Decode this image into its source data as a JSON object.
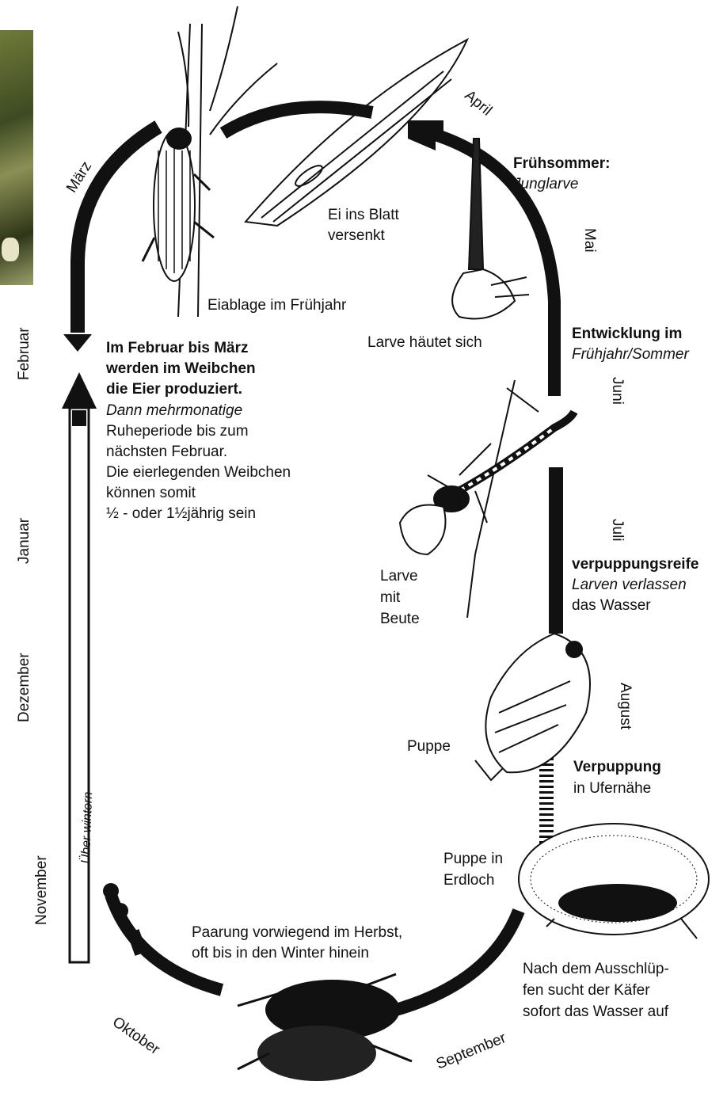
{
  "months": {
    "april": "April",
    "mai": "Mai",
    "juni": "Juni",
    "juli": "Juli",
    "august": "August",
    "september": "September",
    "oktober": "Oktober",
    "november": "November",
    "dezember": "Dezember",
    "januar": "Januar",
    "februar": "Februar",
    "maerz": "März"
  },
  "overwinter_label": "Über wintern",
  "labels": {
    "eiablage": "Eiablage im Frühjahr",
    "ei_blatt_1": "Ei ins Blatt",
    "ei_blatt_2": "versenkt",
    "fruehsommer_1": "Frühsommer:",
    "fruehsommer_2": "Junglarve",
    "larve_haeutet": "Larve häutet sich",
    "entwicklung_1": "Entwicklung im",
    "entwicklung_2": "Frühjahr/Sommer",
    "larve_beute_1": "Larve",
    "larve_beute_2": "mit",
    "larve_beute_3": "Beute",
    "verpuppungsreife_1": "verpuppungsreife",
    "verpuppungsreife_2": "Larven verlassen",
    "verpuppungsreife_3": "das Wasser",
    "puppe": "Puppe",
    "verpuppung_1": "Verpuppung",
    "verpuppung_2": "in Ufernähe",
    "puppe_erdloch_1": "Puppe in",
    "puppe_erdloch_2": "Erdloch",
    "paarung_1": "Paarung vorwiegend im Herbst,",
    "paarung_2": "oft bis in den Winter hinein",
    "ausschluepfen_1": "Nach dem Ausschlüp-",
    "ausschluepfen_2": "fen sucht der Käfer",
    "ausschluepfen_3": "sofort das Wasser auf"
  },
  "center_text": {
    "line1": "Im Februar bis März",
    "line2": "werden im Weibchen",
    "line3": "die Eier produziert.",
    "line4": "Dann mehrmonatige",
    "line5": "Ruheperiode bis zum",
    "line6": "nächsten Februar.",
    "line7": "Die eierlegenden Weibchen",
    "line8": "können somit",
    "line9": "½ - oder 1½jährig sein"
  }
}
